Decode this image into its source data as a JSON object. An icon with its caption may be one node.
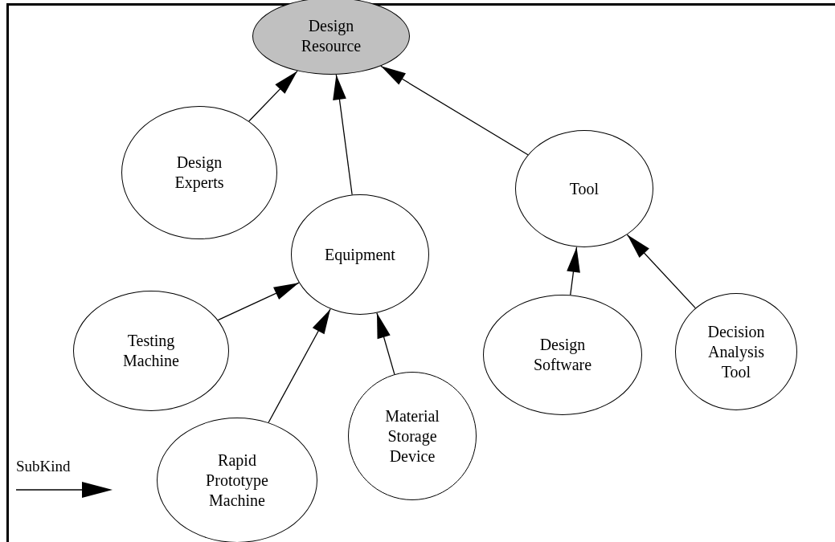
{
  "diagram": {
    "nodes": [
      {
        "text": [
          "Design Resource"
        ]
      },
      {
        "text": [
          "Design Experts"
        ]
      },
      {
        "text": [
          "Tool"
        ]
      },
      {
        "text": [
          "Equipment"
        ]
      },
      {
        "text": [
          "Testing Machine"
        ]
      },
      {
        "text": [
          "Design Software"
        ]
      },
      {
        "text": [
          "Decision Analysis Tool"
        ]
      },
      {
        "text": [
          "Material Storage Device"
        ]
      },
      {
        "text": [
          "Rapid Prototype Machine"
        ]
      }
    ],
    "edges": [
      {
        "from": 1,
        "to": 0,
        "arrow": "to"
      },
      {
        "from": 3,
        "to": 0,
        "arrow": "to"
      },
      {
        "from": 2,
        "to": 0,
        "arrow": "to"
      },
      {
        "from": 4,
        "to": 3,
        "arrow": "to"
      },
      {
        "from": 8,
        "to": 3,
        "arrow": "to"
      },
      {
        "from": 7,
        "to": 3,
        "arrow": "to"
      },
      {
        "from": 5,
        "to": 2,
        "arrow": "to"
      },
      {
        "from": 6,
        "to": 2,
        "arrow": "to"
      }
    ],
    "legend": [
      {
        "text": "SubKind"
      }
    ]
  }
}
